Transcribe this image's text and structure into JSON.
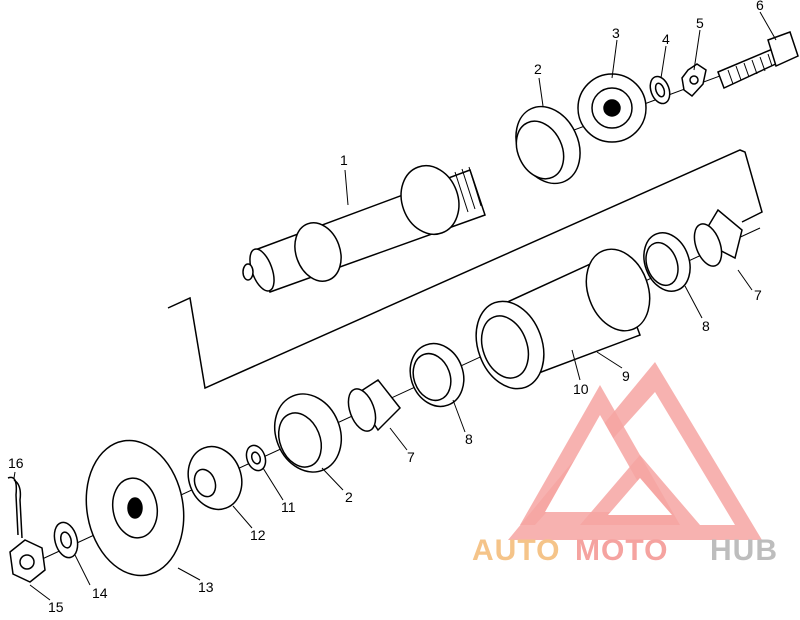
{
  "callouts": {
    "c1": "1",
    "c2a": "2",
    "c2b": "2",
    "c3": "3",
    "c4": "4",
    "c5": "5",
    "c6": "6",
    "c7a": "7",
    "c7b": "7",
    "c8a": "8",
    "c8b": "8",
    "c9": "9",
    "c10": "10",
    "c11": "11",
    "c12": "12",
    "c13": "13",
    "c14": "14",
    "c15": "15",
    "c16": "16"
  },
  "watermark": {
    "auto": "AUTO",
    "moto": "MOTO",
    "hub": "HUB",
    "color_auto": "#f5c489",
    "color_moto": "#f5a3a0",
    "color_hub": "#bdbdbd",
    "color_logo": "#f6a4a2"
  },
  "icons": {
    "logo": "triangle-m-logo"
  }
}
